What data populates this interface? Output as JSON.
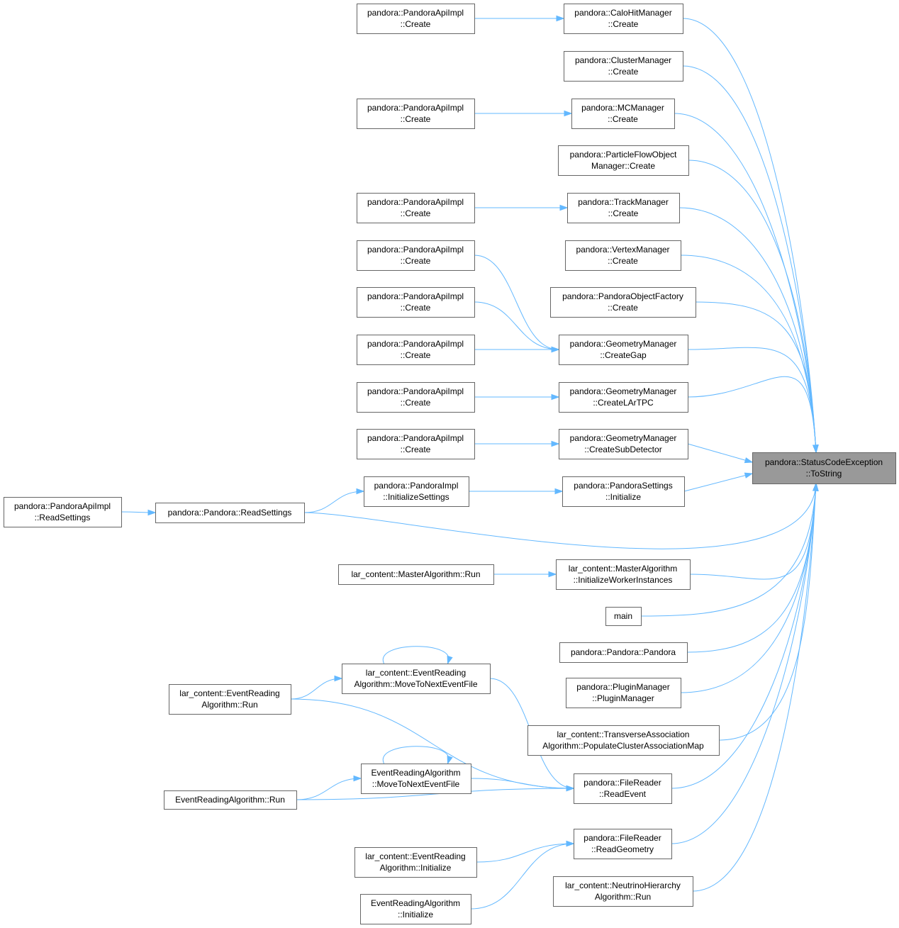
{
  "graph": {
    "edge_color": "#63b8ff",
    "node_border_color": "#666666",
    "focus_fill_color": "#999999",
    "nodes": [
      {
        "id": "sce",
        "lines": [
          "pandora::StatusCodeException",
          "::ToString"
        ],
        "focus": true
      },
      {
        "id": "calo",
        "lines": [
          "pandora::CaloHitManager",
          "::Create"
        ]
      },
      {
        "id": "api1",
        "lines": [
          "pandora::PandoraApiImpl",
          "::Create"
        ]
      },
      {
        "id": "clus",
        "lines": [
          "pandora::ClusterManager",
          "::Create"
        ]
      },
      {
        "id": "mcm",
        "lines": [
          "pandora::MCManager",
          "::Create"
        ]
      },
      {
        "id": "api2",
        "lines": [
          "pandora::PandoraApiImpl",
          "::Create"
        ]
      },
      {
        "id": "pfo",
        "lines": [
          "pandora::ParticleFlowObject",
          "Manager::Create"
        ]
      },
      {
        "id": "trk",
        "lines": [
          "pandora::TrackManager",
          "::Create"
        ]
      },
      {
        "id": "api3",
        "lines": [
          "pandora::PandoraApiImpl",
          "::Create"
        ]
      },
      {
        "id": "vtx",
        "lines": [
          "pandora::VertexManager",
          "::Create"
        ]
      },
      {
        "id": "api4",
        "lines": [
          "pandora::PandoraApiImpl",
          "::Create"
        ]
      },
      {
        "id": "pof",
        "lines": [
          "pandora::PandoraObjectFactory",
          "::Create"
        ]
      },
      {
        "id": "api5",
        "lines": [
          "pandora::PandoraApiImpl",
          "::Create"
        ]
      },
      {
        "id": "gap",
        "lines": [
          "pandora::GeometryManager",
          "::CreateGap"
        ]
      },
      {
        "id": "api6",
        "lines": [
          "pandora::PandoraApiImpl",
          "::Create"
        ]
      },
      {
        "id": "lar",
        "lines": [
          "pandora::GeometryManager",
          "::CreateLArTPC"
        ]
      },
      {
        "id": "api7",
        "lines": [
          "pandora::PandoraApiImpl",
          "::Create"
        ]
      },
      {
        "id": "sub",
        "lines": [
          "pandora::GeometryManager",
          "::CreateSubDetector"
        ]
      },
      {
        "id": "api8",
        "lines": [
          "pandora::PandoraApiImpl",
          "::Create"
        ]
      },
      {
        "id": "psi",
        "lines": [
          "pandora::PandoraSettings",
          "::Initialize"
        ]
      },
      {
        "id": "pis",
        "lines": [
          "pandora::PandoraImpl",
          "::InitializeSettings"
        ]
      },
      {
        "id": "prs",
        "lines": [
          "pandora::Pandora::ReadSettings"
        ]
      },
      {
        "id": "apirs",
        "lines": [
          "pandora::PandoraApiImpl",
          "::ReadSettings"
        ]
      },
      {
        "id": "mawi",
        "lines": [
          "lar_content::MasterAlgorithm",
          "::InitializeWorkerInstances"
        ]
      },
      {
        "id": "marun",
        "lines": [
          "lar_content::MasterAlgorithm::Run"
        ]
      },
      {
        "id": "main",
        "lines": [
          "main"
        ]
      },
      {
        "id": "ppp",
        "lines": [
          "pandora::Pandora::Pandora"
        ]
      },
      {
        "id": "pmp",
        "lines": [
          "pandora::PluginManager",
          "::PluginManager"
        ]
      },
      {
        "id": "tapc",
        "lines": [
          "lar_content::TransverseAssociation",
          "Algorithm::PopulateClusterAssociationMap"
        ]
      },
      {
        "id": "lermv",
        "lines": [
          "lar_content::EventReading",
          "Algorithm::MoveToNextEventFile"
        ]
      },
      {
        "id": "lerrun",
        "lines": [
          "lar_content::EventReading",
          "Algorithm::Run"
        ]
      },
      {
        "id": "ermv",
        "lines": [
          "EventReadingAlgorithm",
          "::MoveToNextEventFile"
        ]
      },
      {
        "id": "errun",
        "lines": [
          "EventReadingAlgorithm::Run"
        ]
      },
      {
        "id": "frre",
        "lines": [
          "pandora::FileReader",
          "::ReadEvent"
        ]
      },
      {
        "id": "frrg",
        "lines": [
          "pandora::FileReader",
          "::ReadGeometry"
        ]
      },
      {
        "id": "lerinit",
        "lines": [
          "lar_content::EventReading",
          "Algorithm::Initialize"
        ]
      },
      {
        "id": "erinit",
        "lines": [
          "EventReadingAlgorithm",
          "::Initialize"
        ]
      },
      {
        "id": "nhrun",
        "lines": [
          "lar_content::NeutrinoHierarchy",
          "Algorithm::Run"
        ]
      }
    ],
    "edges": [
      {
        "from": "api1",
        "to": "calo"
      },
      {
        "from": "api2",
        "to": "mcm"
      },
      {
        "from": "api3",
        "to": "trk"
      },
      {
        "from": "api4",
        "to": "gap"
      },
      {
        "from": "api5",
        "to": "gap"
      },
      {
        "from": "api6",
        "to": "gap"
      },
      {
        "from": "api7",
        "to": "lar"
      },
      {
        "from": "api8",
        "to": "sub"
      },
      {
        "from": "pis",
        "to": "psi"
      },
      {
        "from": "prs",
        "to": "pis"
      },
      {
        "from": "apirs",
        "to": "prs"
      },
      {
        "from": "marun",
        "to": "mawi"
      },
      {
        "from": "lermv",
        "to": "lermv"
      },
      {
        "from": "lerrun",
        "to": "lermv"
      },
      {
        "from": "ermv",
        "to": "ermv"
      },
      {
        "from": "errun",
        "to": "ermv"
      },
      {
        "from": "lermv",
        "to": "frre"
      },
      {
        "from": "lerrun",
        "to": "frre"
      },
      {
        "from": "ermv",
        "to": "frre"
      },
      {
        "from": "errun",
        "to": "frre"
      },
      {
        "from": "lerinit",
        "to": "frrg"
      },
      {
        "from": "erinit",
        "to": "frrg"
      },
      {
        "from": "calo",
        "to": "sce"
      },
      {
        "from": "clus",
        "to": "sce"
      },
      {
        "from": "mcm",
        "to": "sce"
      },
      {
        "from": "pfo",
        "to": "sce"
      },
      {
        "from": "trk",
        "to": "sce"
      },
      {
        "from": "vtx",
        "to": "sce"
      },
      {
        "from": "pof",
        "to": "sce"
      },
      {
        "from": "gap",
        "to": "sce"
      },
      {
        "from": "lar",
        "to": "sce"
      },
      {
        "from": "sub",
        "to": "sce"
      },
      {
        "from": "psi",
        "to": "sce"
      },
      {
        "from": "prs",
        "to": "sce"
      },
      {
        "from": "mawi",
        "to": "sce"
      },
      {
        "from": "main",
        "to": "sce"
      },
      {
        "from": "ppp",
        "to": "sce"
      },
      {
        "from": "pmp",
        "to": "sce"
      },
      {
        "from": "tapc",
        "to": "sce"
      },
      {
        "from": "frre",
        "to": "sce"
      },
      {
        "from": "frrg",
        "to": "sce"
      },
      {
        "from": "nhrun",
        "to": "sce"
      }
    ]
  }
}
